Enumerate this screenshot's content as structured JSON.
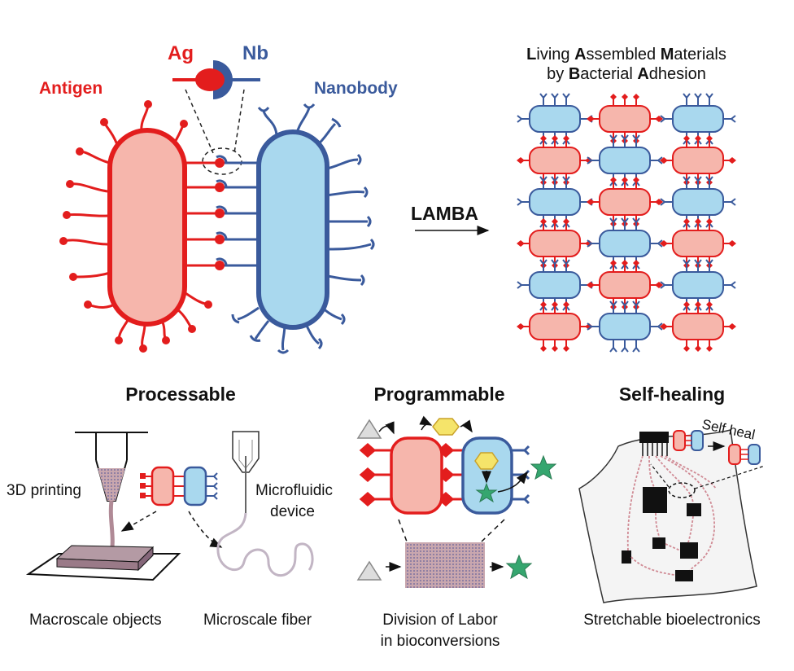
{
  "colors": {
    "red": "#e31d1d",
    "red_fill": "#f6b6ac",
    "blue": "#3a5a9c",
    "blue_fill": "#a9d8ee",
    "green": "#35a66f",
    "yellow": "#f5e46a"
  },
  "top": {
    "ag_label": "Ag",
    "nb_label": "Nb",
    "antigen_label": "Antigen",
    "nanobody_label": "Nanobody",
    "arrow_label": "LAMBA",
    "title_line1_parts": [
      {
        "t": "L",
        "b": true
      },
      {
        "t": "iving ",
        "b": false
      },
      {
        "t": "A",
        "b": true
      },
      {
        "t": "ssembled ",
        "b": false
      },
      {
        "t": "M",
        "b": true
      },
      {
        "t": "aterials",
        "b": false
      }
    ],
    "title_line2_parts": [
      {
        "t": "by ",
        "b": false
      },
      {
        "t": "B",
        "b": true
      },
      {
        "t": "acterial ",
        "b": false
      },
      {
        "t": "A",
        "b": true
      },
      {
        "t": "dhesion",
        "b": false
      }
    ]
  },
  "panels": {
    "processable": {
      "heading": "Processable",
      "printing_label": "3D printing",
      "micro_label_line1": "Microfluidic",
      "micro_label_line2": "device",
      "caption_left": "Macroscale objects",
      "caption_right": "Microscale fiber"
    },
    "programmable": {
      "heading": "Programmable",
      "caption_line1": "Division of Labor",
      "caption_line2": "in bioconversions"
    },
    "selfhealing": {
      "heading": "Self-healing",
      "heal_label": "Self heal",
      "caption": "Stretchable bioelectronics"
    }
  }
}
